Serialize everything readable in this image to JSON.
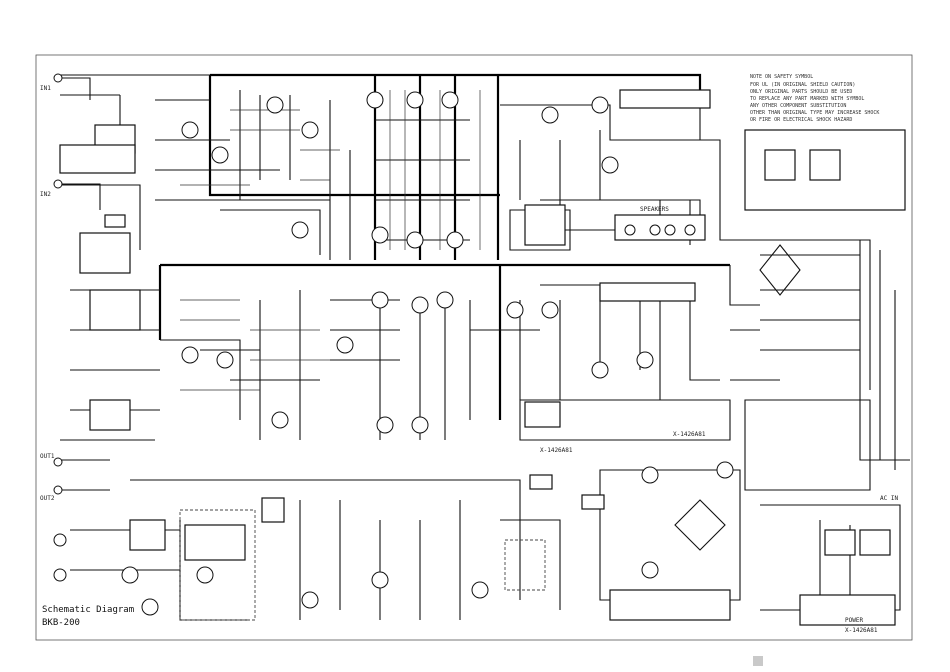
{
  "title": "Schematic Diagram",
  "model": "BKB-200",
  "safety_note_header": "NOTE ON SAFETY SYMBOL",
  "safety_note_lines": [
    "FOR UL (IN ORIGINAL SHIELD CAUTION)",
    "ONLY ORIGINAL PARTS SHOULD BE USED",
    "TO REPLACE ANY PART MARKED WITH SYMBOL",
    "ANY OTHER COMPONENT SUBSTITUTION",
    "OTHER THAN ORIGINAL TYPE MAY INCREASE SHOCK",
    "OR FIRE OR ELECTRICAL SHOCK HAZARD"
  ],
  "board_labels": [
    "X-1426A81",
    "X-1426A81",
    "X-1426A81"
  ],
  "connector_labels": [
    "IN1",
    "IN2",
    "OUT1",
    "OUT2",
    "SPEAKERS"
  ],
  "power_label": "POWER",
  "ac_label": "AC IN"
}
